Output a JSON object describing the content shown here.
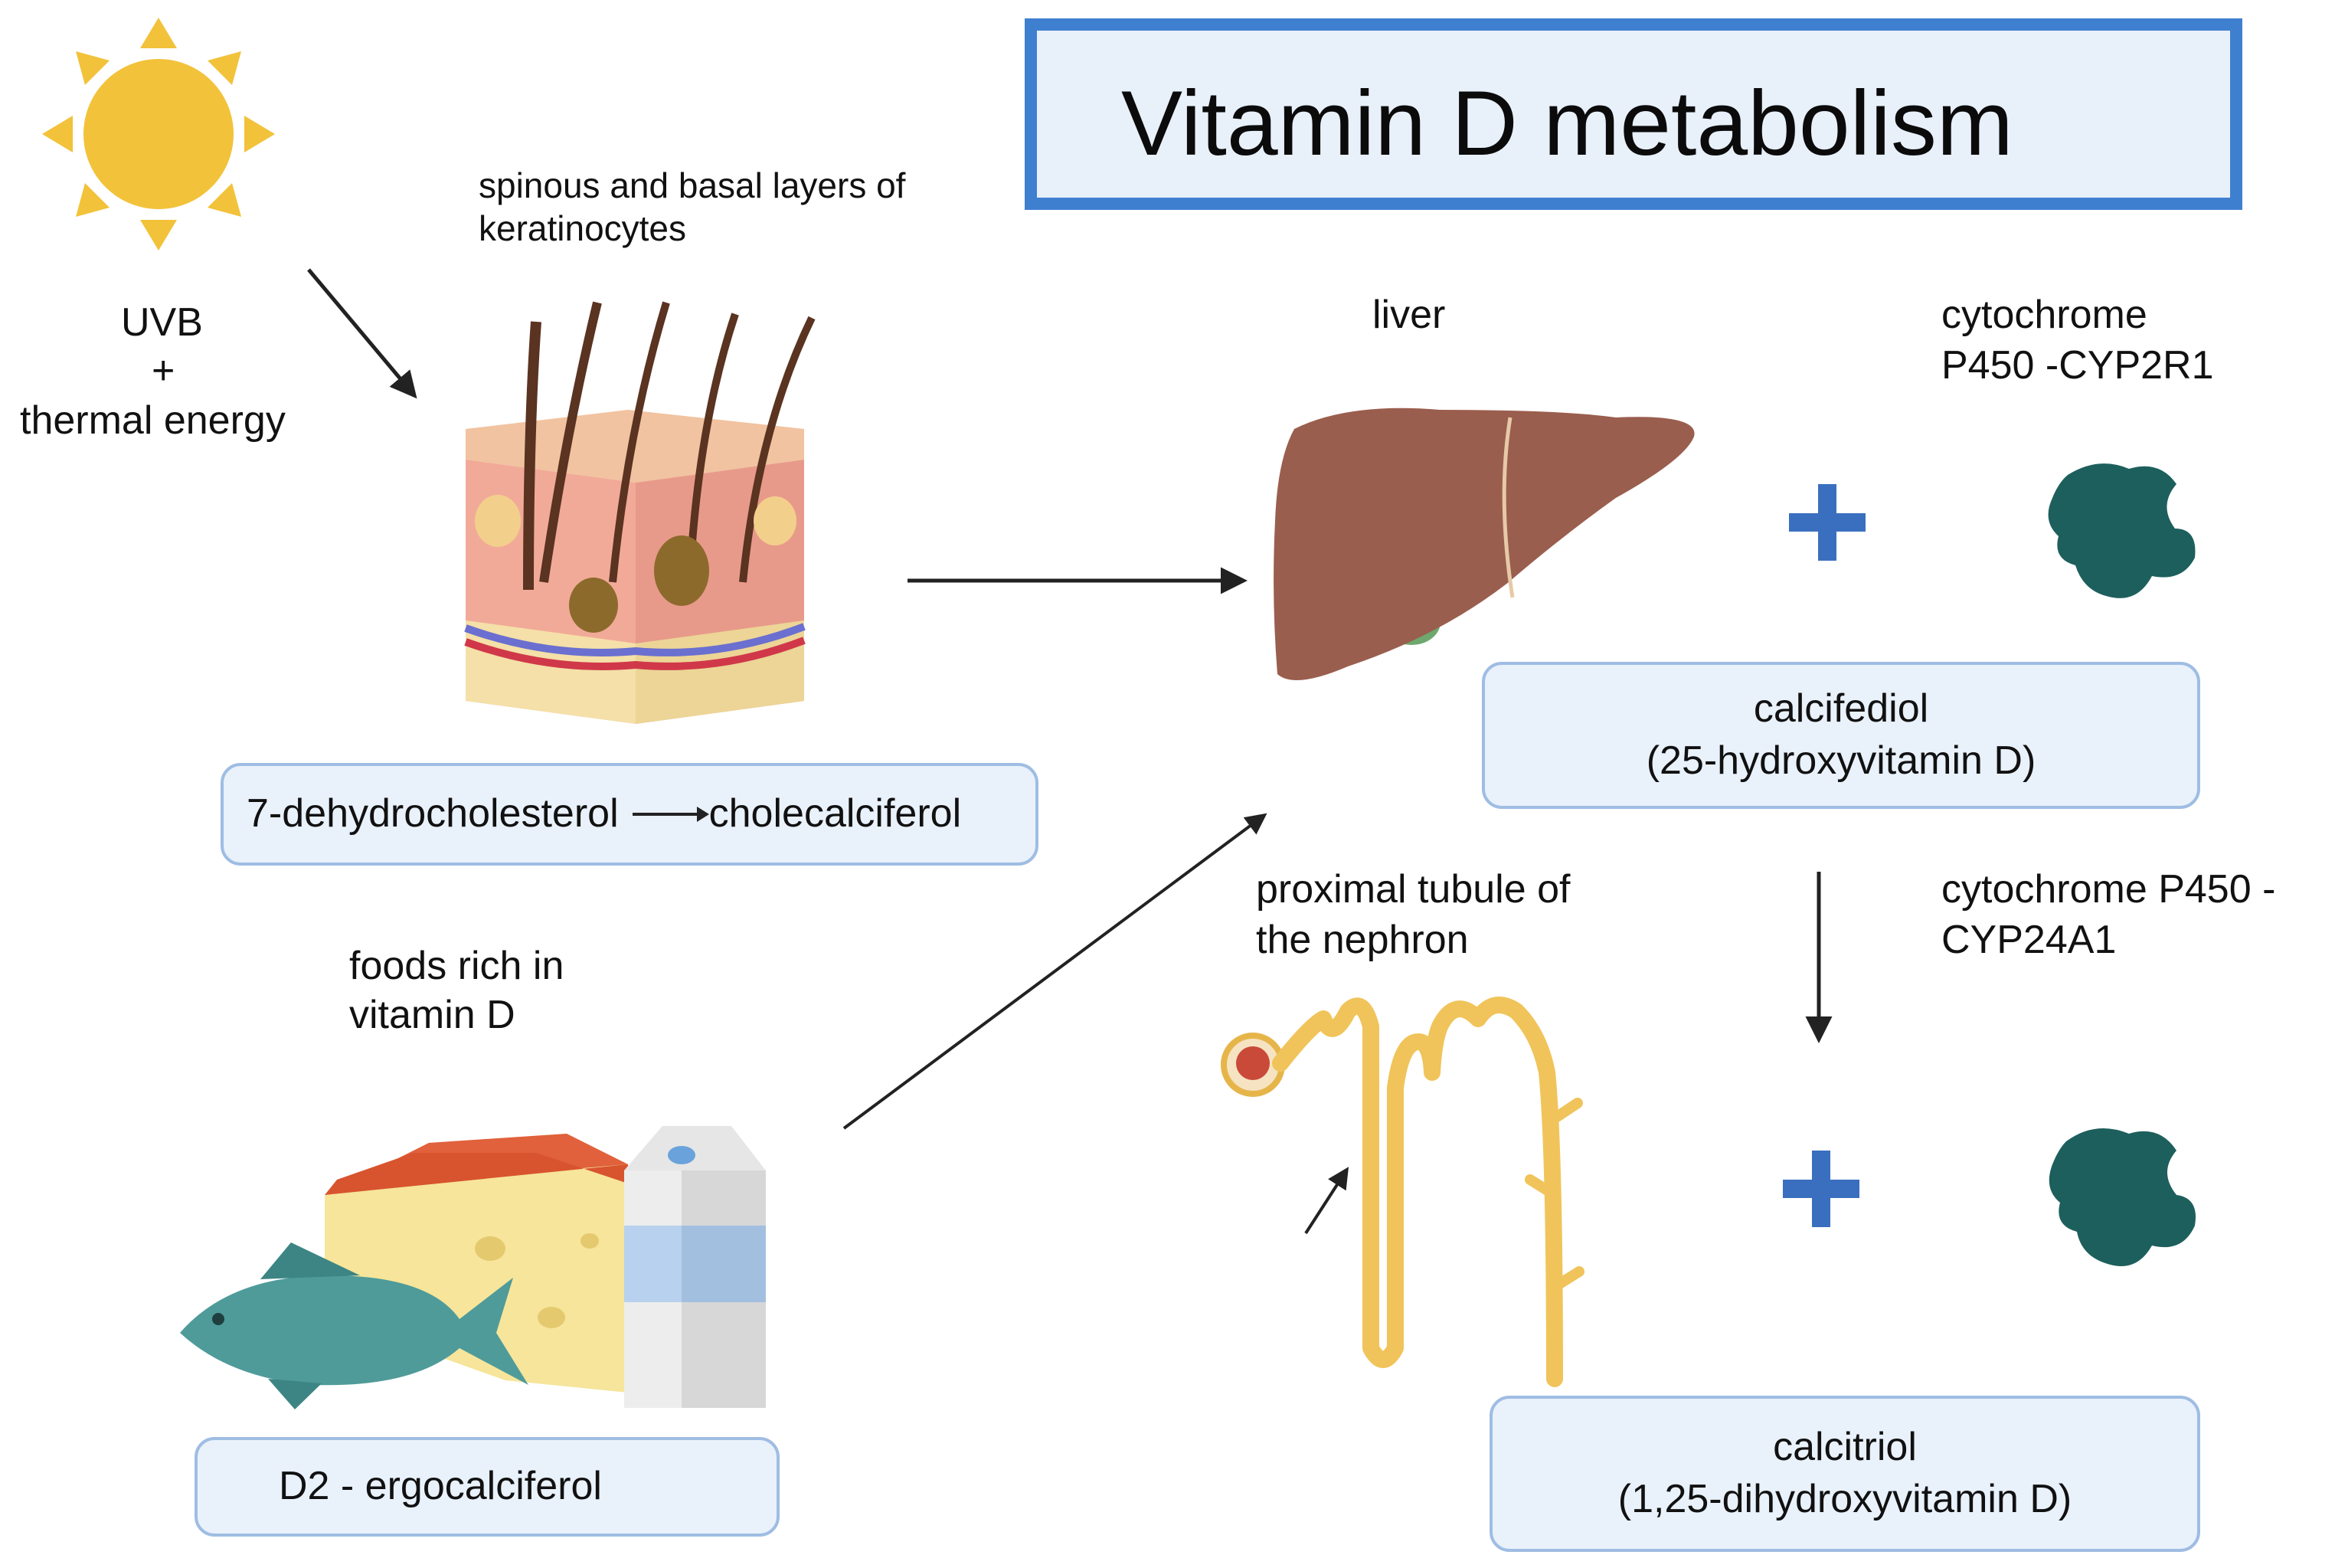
{
  "title": "Vitamin D metabolism",
  "sun_text": {
    "line1": "UVB",
    "line2": "+",
    "line3": "thermal energy"
  },
  "skin_label": {
    "line1": "spinous and basal layers of",
    "line2": "keratinocytes"
  },
  "skin_box": {
    "from": "7-dehydrocholesterol",
    "to": "cholecalciferol"
  },
  "liver_label": "liver",
  "enzyme1_label": {
    "line1": "cytochrome",
    "line2": "P450 -CYP2R1"
  },
  "calcifediol_box": {
    "line1": "calcifediol",
    "line2": "(25-hydroxyvitamin D)"
  },
  "nephron_label": {
    "line1": "proximal tubule of",
    "line2": "the nephron"
  },
  "enzyme2_label": {
    "line1": "cytochrome P450 -",
    "line2": "CYP24A1"
  },
  "calcitriol_box": {
    "line1": "calcitriol",
    "line2": "(1,25-dihydroxyvitamin D)"
  },
  "foods_label": {
    "line1": "foods rich in",
    "line2": "vitamin D"
  },
  "foods_box": "D2 - ergocalciferol",
  "plus_sign": "+",
  "colors": {
    "title_border": "#3f7fd0",
    "box_fill": "#e9f1fb",
    "box_border": "#9fbde3",
    "sun": "#f2c23a",
    "liver": "#9a5e4e",
    "enzyme": "#1d5f5c",
    "plus": "#3a6fc0",
    "nephron": "#f0c45a"
  }
}
